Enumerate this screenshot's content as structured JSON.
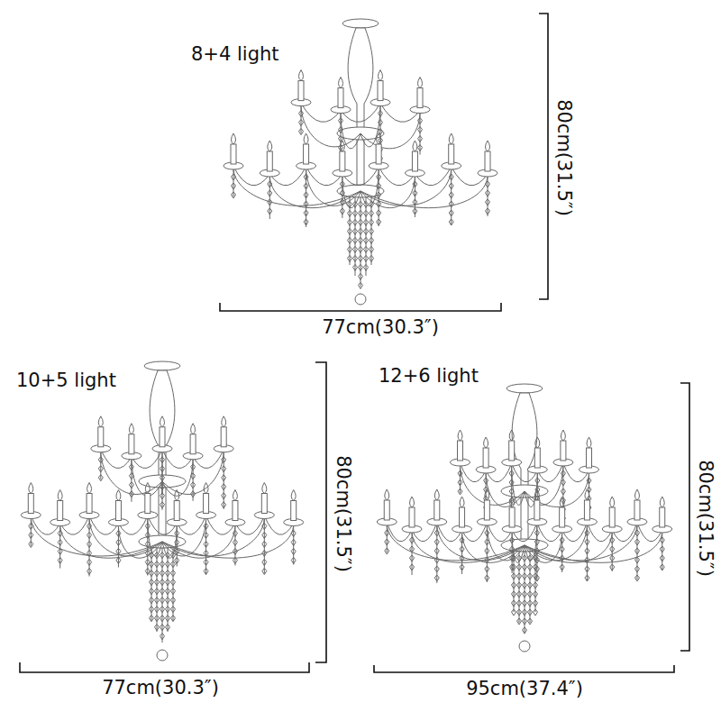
{
  "diagram": {
    "labels": [
      "8+4 light",
      "80cm(31.5″)",
      "77cm(30.3″)",
      "10+5 light",
      "80cm(31.5″)",
      "77cm(30.3″)",
      "12+6 light",
      "80cm(31.5″)",
      "95cm(37.4″)"
    ]
  }
}
